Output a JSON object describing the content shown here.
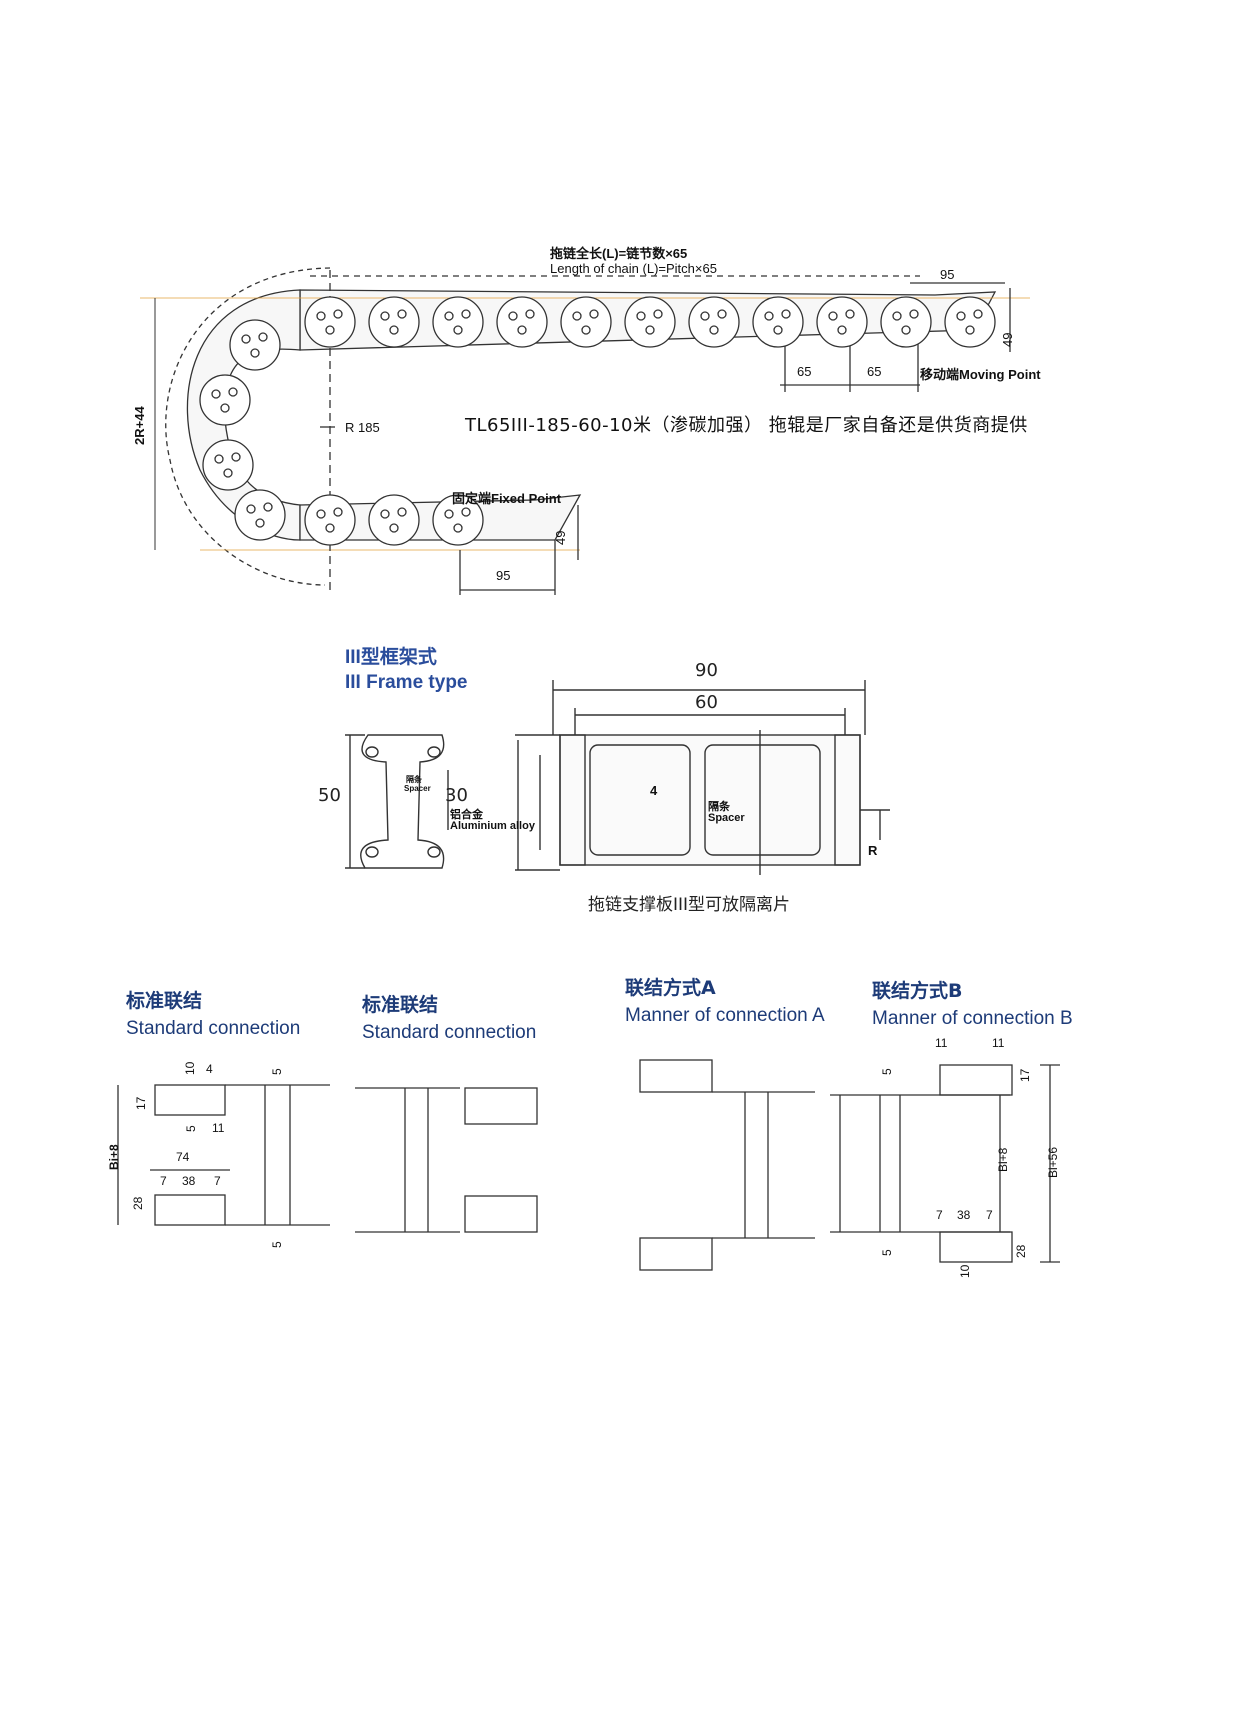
{
  "chain": {
    "length_formula_cn": "拖链全长(L)=链节数×65",
    "length_formula_en": "Length of chain (L)=Pitch×65",
    "dim_95_top": "95",
    "dim_49_top": "49",
    "dim_65_a": "65",
    "dim_65_b": "65",
    "moving_point": "移动端Moving Point",
    "radius": "R 185",
    "height_2r": "2R+44",
    "model_note": "TL65III-185-60-10米（渗碳加强）   拖辊是厂家自备还是供货商提供",
    "fixed_point": "固定端Fixed Point",
    "dim_49_bottom": "49",
    "dim_95_bottom": "95"
  },
  "frame": {
    "title_cn": "III型框架式",
    "title_en": "III Frame type",
    "dim_50": "50",
    "dim_30": "30",
    "spacer_small_cn": "隔条",
    "spacer_small_en": "Spacer",
    "aluminium_cn": "铝合金",
    "aluminium_en": "Aluminium alloy",
    "dim_90": "90",
    "dim_60": "60",
    "dim_4": "4",
    "spacer_cn": "隔条",
    "spacer_en": "Spacer",
    "r_label": "R",
    "caption": "拖链支撑板III型可放隔离片"
  },
  "connections": {
    "std1": {
      "title_cn": "标准联结",
      "title_en": "Standard connection",
      "dims": {
        "d10": "10",
        "d4": "4",
        "d5a": "5",
        "d17": "17",
        "d5b": "5",
        "d11": "11",
        "bi": "Bi+8",
        "d74": "74",
        "d7a": "7",
        "d38": "38",
        "d7b": "7",
        "d28": "28",
        "d5c": "5"
      }
    },
    "std2": {
      "title_cn": "标准联结",
      "title_en": "Standard connection"
    },
    "a": {
      "title_cn": "联结方式A",
      "title_en": "Manner of connection A"
    },
    "b": {
      "title_cn": "联结方式B",
      "title_en": "Manner of connection B",
      "dims": {
        "d11a": "11",
        "d11b": "11",
        "d5a": "5",
        "d17": "17",
        "bi8": "Bi+8",
        "bi56": "Bi+56",
        "d7a": "7",
        "d38": "38",
        "d7b": "7",
        "d5b": "5",
        "d28": "28",
        "d10": "10"
      }
    }
  },
  "colors": {
    "heading": "#1d3b78",
    "line": "#333333"
  }
}
